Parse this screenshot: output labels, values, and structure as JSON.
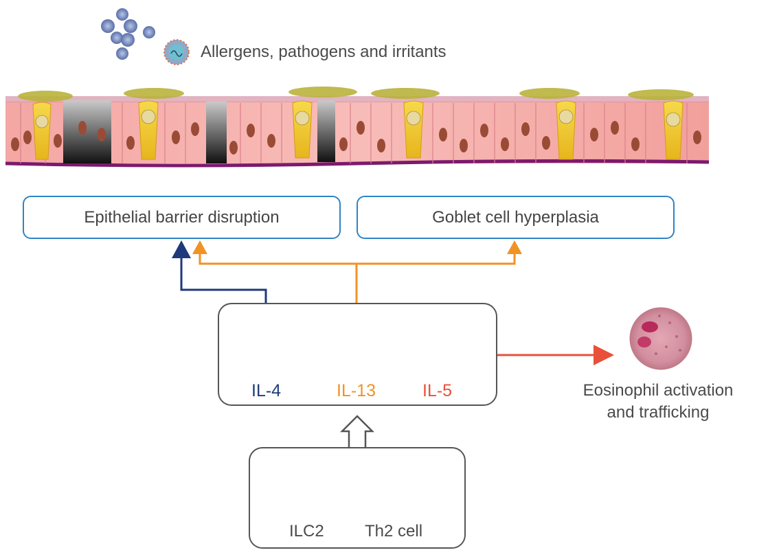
{
  "trigger": {
    "label": "Allergens, pathogens and irritants",
    "icon": "virus-particles-icon"
  },
  "epithelium": {
    "icon": "airway-epithelium-illustration"
  },
  "outcomes": {
    "barrier": "Epithelial barrier disruption",
    "goblet": "Goblet cell hyperplasia",
    "eosinophil_line1": "Eosinophil activation",
    "eosinophil_line2": "and trafficking"
  },
  "cytokines": [
    {
      "label": "IL-4",
      "color": "#1f3a7a",
      "icon": "il4-protein-icon"
    },
    {
      "label": "IL-13",
      "color": "#f29223",
      "icon": "il13-protein-icon"
    },
    {
      "label": "IL-5",
      "color": "#e8503a",
      "icon": "il5-protein-icon"
    }
  ],
  "source_cells": [
    {
      "label": "ILC2",
      "icon": "ilc2-cell-icon"
    },
    {
      "label": "Th2 cell",
      "icon": "th2-cell-icon"
    }
  ],
  "colors": {
    "box_border": "#2f83c4",
    "panel_border": "#555555",
    "il4_arrow": "#1f3a7a",
    "il13_arrow": "#f29223",
    "il5_arrow": "#e8503a"
  }
}
